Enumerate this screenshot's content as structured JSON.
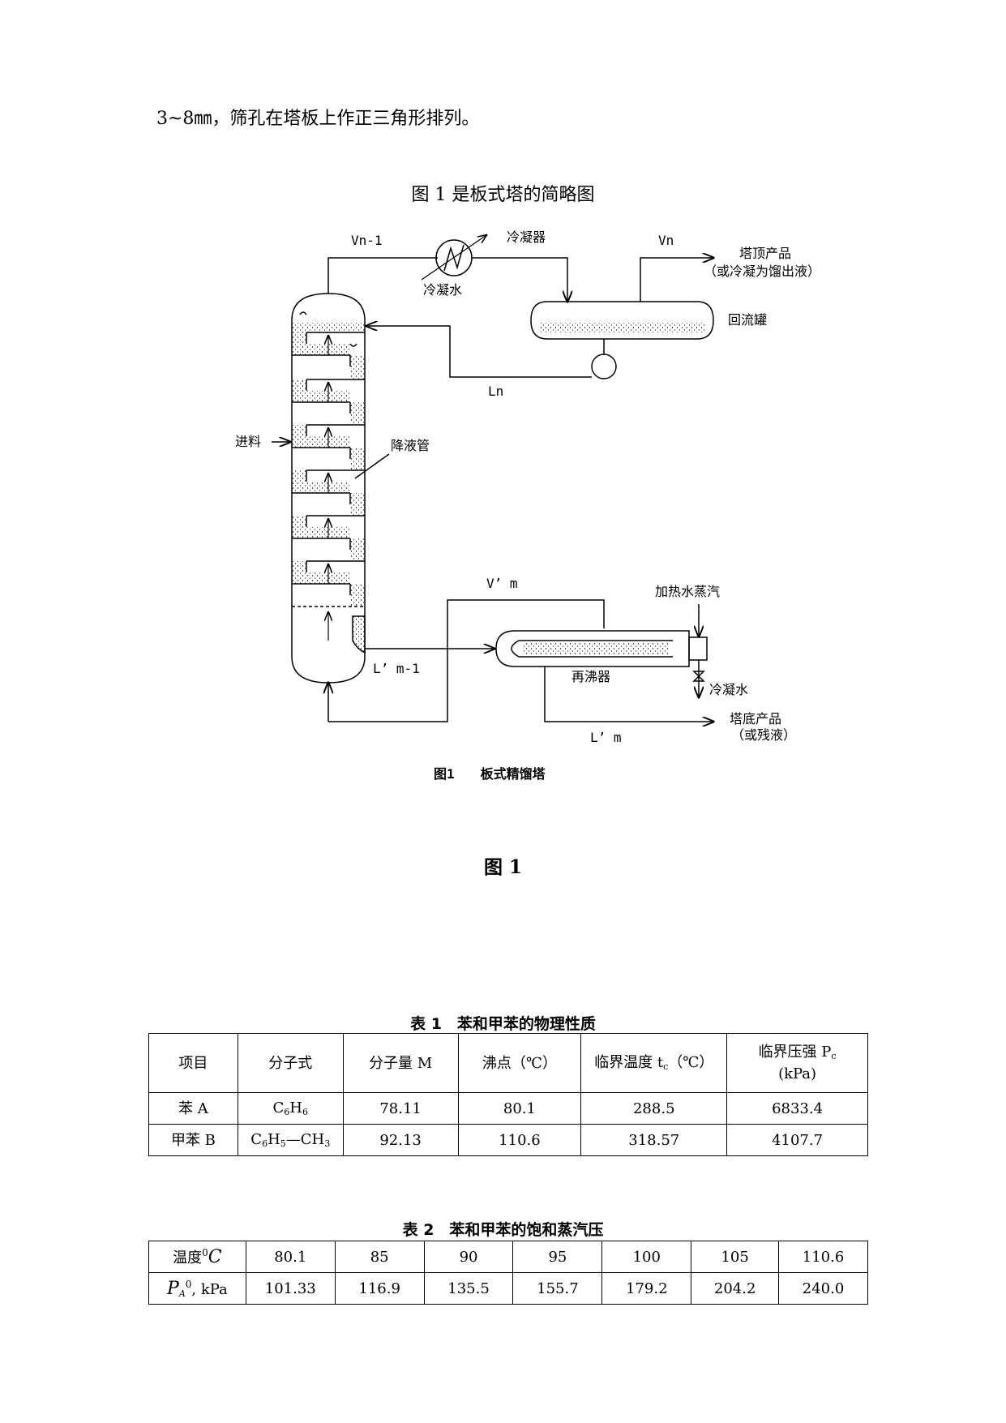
{
  "intro_line": "3~8㎜，筛孔在塔板上作正三角形排列。",
  "figure": {
    "title": "图 1 是板式塔的简略图",
    "labels": {
      "vn_minus_1": "Vn-1",
      "condenser": "冷凝器",
      "vn": "Vn",
      "top_product": "塔顶产品",
      "top_product_note": "（或冷凝为馏出液）",
      "cooling_water_top": "冷凝水",
      "reflux_drum": "回流罐",
      "ln": "Ln",
      "feed": "进料",
      "downcomer": "降液管",
      "v_prime_m": "V’ m",
      "heating_steam": "加热水蒸汽",
      "l_prime_m_minus_1": "L’ m-1",
      "reboiler": "再沸器",
      "cooling_water_bottom": "冷凝水",
      "bottom_product": "塔底产品",
      "bottom_product_note": "（或残液）",
      "l_prime_m": "L’ m"
    },
    "inner_caption": "图1　　板式精馏塔",
    "caption": "图 1"
  },
  "table1": {
    "caption": "表 1　苯和甲苯的物理性质",
    "headers": [
      "项目",
      "分子式",
      "分子量 M",
      "沸点（℃）",
      "临界温度 t",
      "临界压强 P",
      "(kPa)"
    ],
    "header_sub": {
      "tc": "c",
      "tc_unit": "（℃）",
      "pc": "c"
    },
    "rows": [
      {
        "item": "苯 A",
        "formula_main": "C",
        "formula_sub1": "6",
        "formula_mid": "H",
        "formula_sub2": "6",
        "formula_tail": "",
        "mw": "78.11",
        "bp": "80.1",
        "tc": "288.5",
        "pc": "6833.4"
      },
      {
        "item": "甲苯 B",
        "formula_main": "C",
        "formula_sub1": "6",
        "formula_mid": "H",
        "formula_sub2": "5",
        "formula_tail": "—CH",
        "formula_sub3": "3",
        "mw": "92.13",
        "bp": "110.6",
        "tc": "318.57",
        "pc": "4107.7"
      }
    ]
  },
  "table2": {
    "caption": "表 2　苯和甲苯的饱和蒸汽压",
    "row1_label": "温度",
    "row1_label_sup": "0",
    "row1_label_unit": "C",
    "row2_label": "P",
    "row2_label_sub": "A",
    "row2_label_sup": "0",
    "row2_label_unit": ", kPa",
    "temperatures": [
      "80.1",
      "85",
      "90",
      "95",
      "100",
      "105",
      "110.6"
    ],
    "pressures": [
      "101.33",
      "116.9",
      "135.5",
      "155.7",
      "179.2",
      "204.2",
      "240.0"
    ]
  }
}
